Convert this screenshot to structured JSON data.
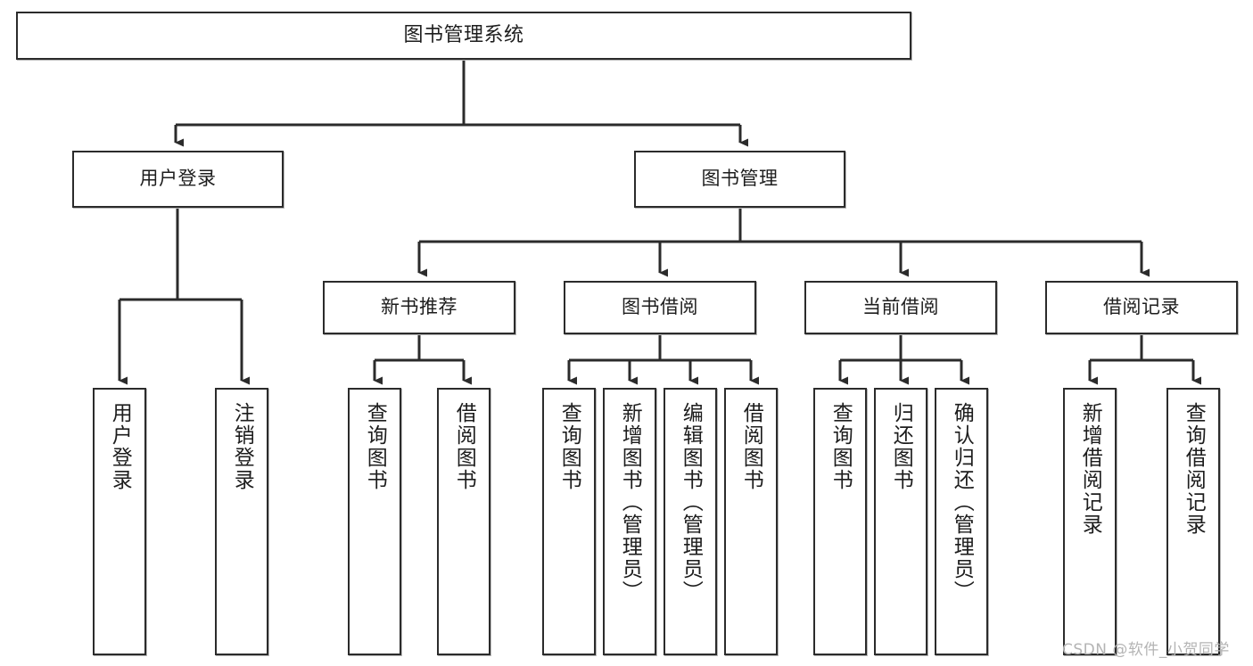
{
  "diagram": {
    "title": "图书管理系统",
    "type": "tree-hierarchy",
    "watermark": "CSDN @软件_小贺同学",
    "colors": {
      "box_border": "#2b2b2b",
      "box_fill": "#ffffff",
      "edge": "#2b2b2b",
      "text": "#1d1d1d",
      "watermark": "#b4b4b4",
      "background": "#ffffff"
    },
    "nodes": {
      "root": {
        "label": "图书管理系统"
      },
      "level2": [
        {
          "id": "user-login",
          "label": "用户登录"
        },
        {
          "id": "book-manage",
          "label": "图书管理"
        }
      ],
      "level3": [
        {
          "id": "new-book-recommend",
          "label": "新书推荐"
        },
        {
          "id": "book-borrow",
          "label": "图书借阅"
        },
        {
          "id": "current-borrow",
          "label": "当前借阅"
        },
        {
          "id": "borrow-record",
          "label": "借阅记录"
        }
      ],
      "leaves": {
        "user_login": [
          {
            "id": "leaf-user-login",
            "label": "用户登录"
          },
          {
            "id": "leaf-logout",
            "label": "注销登录"
          }
        ],
        "new_book_recommend": [
          {
            "id": "leaf-query-book-1",
            "label": "查询图书"
          },
          {
            "id": "leaf-borrow-book-1",
            "label": "借阅图书"
          }
        ],
        "book_borrow": [
          {
            "id": "leaf-query-book-2",
            "label": "查询图书"
          },
          {
            "id": "leaf-add-book",
            "label": "新增图书（管理员）"
          },
          {
            "id": "leaf-edit-book",
            "label": "编辑图书（管理员）"
          },
          {
            "id": "leaf-borrow-book-2",
            "label": "借阅图书"
          }
        ],
        "current_borrow": [
          {
            "id": "leaf-query-book-3",
            "label": "查询图书"
          },
          {
            "id": "leaf-return-book",
            "label": "归还图书"
          },
          {
            "id": "leaf-confirm-return",
            "label": "确认归还（管理员）"
          }
        ],
        "borrow_record": [
          {
            "id": "leaf-add-record",
            "label": "新增借阅记录"
          },
          {
            "id": "leaf-query-record",
            "label": "查询借阅记录"
          }
        ]
      }
    }
  }
}
